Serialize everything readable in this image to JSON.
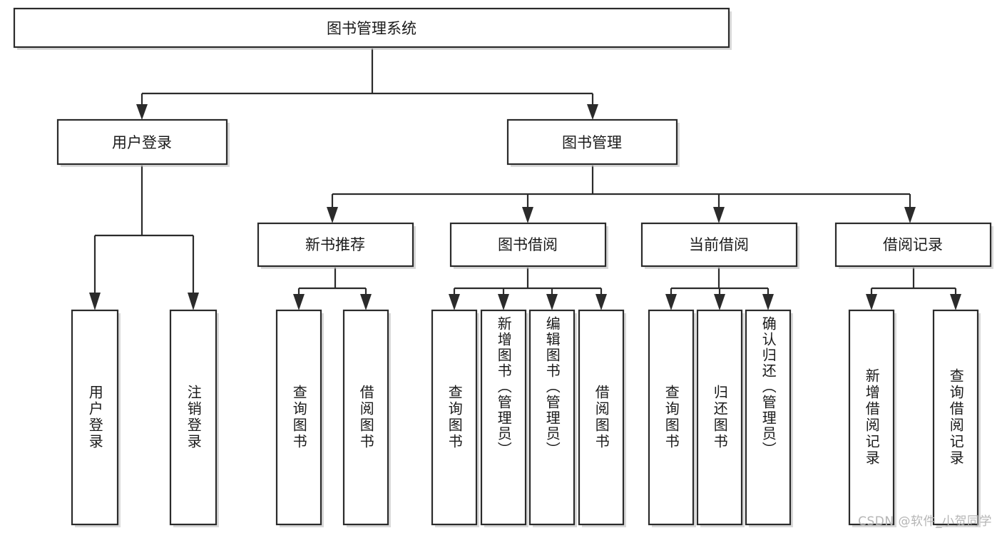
{
  "diagram": {
    "type": "tree",
    "title": "图书管理系统",
    "root": {
      "id": "root",
      "label": "图书管理系统"
    },
    "level2": [
      {
        "id": "user-login",
        "label": "用户登录"
      },
      {
        "id": "book-management",
        "label": "图书管理"
      }
    ],
    "level3": [
      {
        "id": "new-book-recommend",
        "label": "新书推荐",
        "parent": "book-management"
      },
      {
        "id": "book-borrow",
        "label": "图书借阅",
        "parent": "book-management"
      },
      {
        "id": "current-borrow",
        "label": "当前借阅",
        "parent": "book-management"
      },
      {
        "id": "borrow-record",
        "label": "借阅记录",
        "parent": "book-management"
      }
    ],
    "leaves": [
      {
        "id": "leaf-user-login",
        "label": "用户登录",
        "parent": "user-login"
      },
      {
        "id": "leaf-user-logout",
        "label": "注销登录",
        "parent": "user-login"
      },
      {
        "id": "leaf-query-book-1",
        "label": "查询图书",
        "parent": "new-book-recommend"
      },
      {
        "id": "leaf-borrow-book-1",
        "label": "借阅图书",
        "parent": "new-book-recommend"
      },
      {
        "id": "leaf-query-book-2",
        "label": "查询图书",
        "parent": "book-borrow"
      },
      {
        "id": "leaf-add-book",
        "label": "新增图书（管理员）",
        "parent": "book-borrow"
      },
      {
        "id": "leaf-edit-book",
        "label": "编辑图书（管理员）",
        "parent": "book-borrow"
      },
      {
        "id": "leaf-borrow-book-2",
        "label": "借阅图书",
        "parent": "book-borrow"
      },
      {
        "id": "leaf-query-book-3",
        "label": "查询图书",
        "parent": "current-borrow"
      },
      {
        "id": "leaf-return-book",
        "label": "归还图书",
        "parent": "current-borrow"
      },
      {
        "id": "leaf-confirm-return",
        "label": "确认归还（管理员）",
        "parent": "current-borrow"
      },
      {
        "id": "leaf-add-record",
        "label": "新增借阅记录",
        "parent": "borrow-record"
      },
      {
        "id": "leaf-query-record",
        "label": "查询借阅记录",
        "parent": "borrow-record"
      }
    ],
    "colors": {
      "box_stroke": "#2b2b2b",
      "box_fill": "#ffffff",
      "connector": "#2b2b2b",
      "label_text": "#1a1a1a",
      "watermark_text": "#b5b5b5",
      "background": "#ffffff"
    }
  },
  "watermark": {
    "text": "CSDN @软件_小贺同学"
  }
}
